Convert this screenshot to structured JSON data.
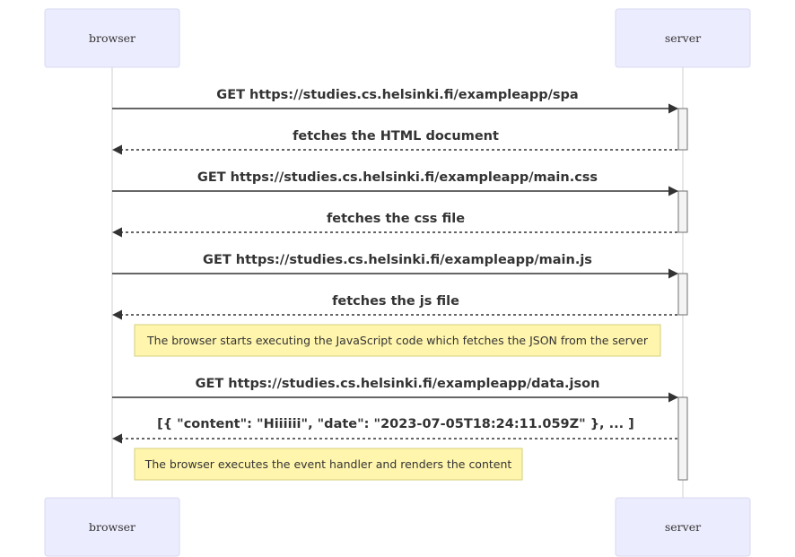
{
  "actors": {
    "browser": "browser",
    "server": "server"
  },
  "messages": [
    {
      "text": "GET https://studies.cs.helsinki.fi/exampleapp/spa"
    },
    {
      "text": "fetches the HTML document"
    },
    {
      "text": "GET https://studies.cs.helsinki.fi/exampleapp/main.css"
    },
    {
      "text": "fetches the css file"
    },
    {
      "text": "GET https://studies.cs.helsinki.fi/exampleapp/main.js"
    },
    {
      "text": "fetches the js file"
    },
    {
      "text": "GET https://studies.cs.helsinki.fi/exampleapp/data.json"
    },
    {
      "text": "[{ \"content\": \"Hiiiiii\", \"date\": \"2023-07-05T18:24:11.059Z\" }, ... ]"
    }
  ],
  "notes": [
    {
      "text": "The browser starts executing the JavaScript code which fetches the JSON from the server"
    },
    {
      "text": "The browser executes the event handler and renders the content"
    }
  ]
}
